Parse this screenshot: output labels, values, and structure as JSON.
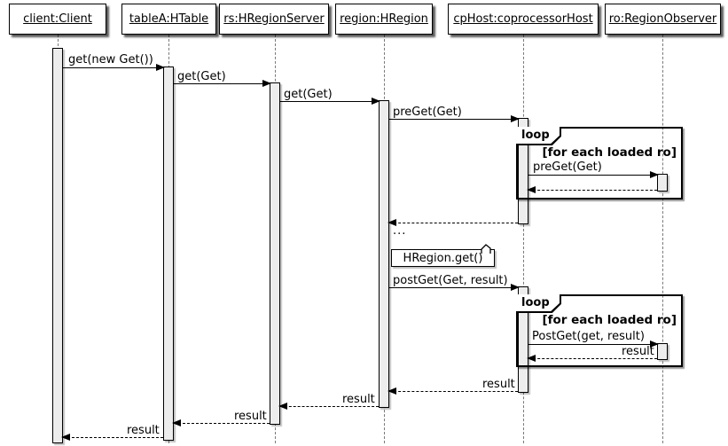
{
  "diagram": {
    "type": "uml-sequence-diagram",
    "participants": [
      {
        "label": "client:Client"
      },
      {
        "label": "tableA:HTable"
      },
      {
        "label": "rs:HRegionServer"
      },
      {
        "label": "region:HRegion"
      },
      {
        "label": "cpHost:coprocessorHost"
      },
      {
        "label": "ro:RegionObserver"
      }
    ],
    "messages": [
      {
        "label": "get(new Get())",
        "from": "client",
        "to": "tableA",
        "style": "solid"
      },
      {
        "label": "get(Get)",
        "from": "tableA",
        "to": "rs",
        "style": "solid"
      },
      {
        "label": "get(Get)",
        "from": "rs",
        "to": "region",
        "style": "solid"
      },
      {
        "label": "preGet(Get)",
        "from": "region",
        "to": "cpHost",
        "style": "solid"
      },
      {
        "label": "preGet(Get)",
        "from": "cpHost",
        "to": "ro",
        "style": "solid",
        "loop": 1
      },
      {
        "label": "",
        "from": "ro",
        "to": "cpHost",
        "style": "dashed",
        "loop": 1
      },
      {
        "label": "",
        "from": "cpHost",
        "to": "region",
        "style": "dashed"
      },
      {
        "label": "postGet(Get, result)",
        "from": "region",
        "to": "cpHost",
        "style": "solid"
      },
      {
        "label": "PostGet(get, result)",
        "from": "cpHost",
        "to": "ro",
        "style": "solid",
        "loop": 2
      },
      {
        "label": "result",
        "from": "ro",
        "to": "cpHost",
        "style": "dashed",
        "loop": 2
      },
      {
        "label": "result",
        "from": "cpHost",
        "to": "region",
        "style": "dashed"
      },
      {
        "label": "result",
        "from": "region",
        "to": "rs",
        "style": "dashed"
      },
      {
        "label": "result",
        "from": "rs",
        "to": "tableA",
        "style": "dashed"
      },
      {
        "label": "result",
        "from": "tableA",
        "to": "client",
        "style": "dashed"
      }
    ],
    "loops": [
      {
        "keyword": "loop",
        "condition": "[for each loaded ro]"
      },
      {
        "keyword": "loop",
        "condition": "[for each loaded ro]"
      }
    ],
    "note": {
      "text": "HRegion.get()"
    },
    "ellipsis": "...",
    "colors": {
      "line": "#000000",
      "activation_fill": "#ededed",
      "background": "#ffffff"
    }
  }
}
